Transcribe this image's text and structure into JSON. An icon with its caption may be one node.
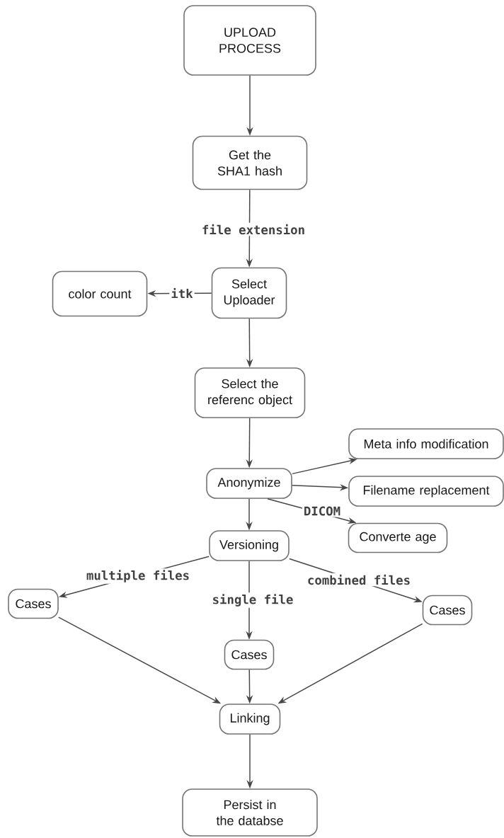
{
  "diagram": {
    "nodes": [
      {
        "text": [
          "UPLOAD PROCESS"
        ]
      },
      {
        "text": [
          "Get the SHA1 hash"
        ]
      },
      {
        "text": [
          "Select Uploader"
        ]
      },
      {
        "text": [
          "color count"
        ]
      },
      {
        "text": [
          "Select the referenc object"
        ]
      },
      {
        "text": [
          "Anonymize"
        ]
      },
      {
        "text": [
          "Meta info modification"
        ]
      },
      {
        "text": [
          "Filename replacement"
        ]
      },
      {
        "text": [
          "Converte age"
        ]
      },
      {
        "text": [
          "Versioning"
        ]
      },
      {
        "text": [
          "Cases"
        ]
      },
      {
        "text": [
          "Cases"
        ]
      },
      {
        "text": [
          "Cases"
        ]
      },
      {
        "text": [
          "Linking"
        ]
      },
      {
        "text": [
          "Persist in the databse"
        ]
      }
    ],
    "edges": [
      {
        "from": 0,
        "to": 1,
        "arrow": "to"
      },
      {
        "from": 1,
        "to": 2,
        "arrow": "to",
        "label": "file extension"
      },
      {
        "from": 2,
        "to": 3,
        "arrow": "to",
        "label": "itk"
      },
      {
        "from": 2,
        "to": 4,
        "arrow": "to"
      },
      {
        "from": 4,
        "to": 5,
        "arrow": "to"
      },
      {
        "from": 5,
        "to": 6,
        "arrow": "to"
      },
      {
        "from": 5,
        "to": 7,
        "arrow": "to"
      },
      {
        "from": 5,
        "to": 8,
        "arrow": "to",
        "label": "DICOM"
      },
      {
        "from": 5,
        "to": 9,
        "arrow": "to"
      },
      {
        "from": 9,
        "to": 10,
        "arrow": "to",
        "label": "multiple files"
      },
      {
        "from": 9,
        "to": 11,
        "arrow": "to",
        "label": "single file"
      },
      {
        "from": 9,
        "to": 12,
        "arrow": "to",
        "label": "combined files"
      },
      {
        "from": 10,
        "to": 13,
        "arrow": "to"
      },
      {
        "from": 11,
        "to": 13,
        "arrow": "to"
      },
      {
        "from": 12,
        "to": 13,
        "arrow": "to"
      },
      {
        "from": 13,
        "to": 14,
        "arrow": "to"
      }
    ]
  }
}
